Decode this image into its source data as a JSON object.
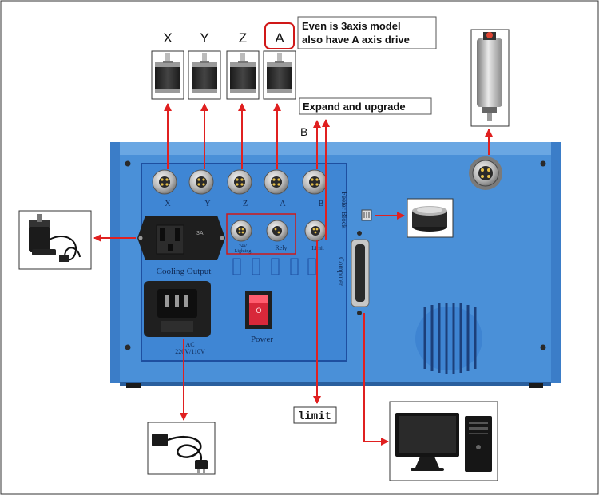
{
  "motor_labels": {
    "x": "X",
    "y": "Y",
    "z": "Z",
    "a": "A"
  },
  "notes": {
    "a_axis_line1": "Even is 3axis model",
    "a_axis_line2": "also have A axis drive",
    "expand": "Expand and upgrade",
    "b_label": "B",
    "limit": "limit"
  },
  "panel": {
    "port_x": "X",
    "port_y": "Y",
    "port_z": "Z",
    "port_a": "A",
    "port_b": "B",
    "lighting_line1": "24V",
    "lighting_line2": "Lighting",
    "rely": "Rely",
    "limit_port": "Limit",
    "feeler_block": "Feeler Block",
    "cooling_output": "Cooling Output",
    "socket_rating": "3A",
    "computer": "Computer",
    "ac_line1": "AC",
    "ac_line2": "220V/110V",
    "power": "Power",
    "switch_mark": "O"
  },
  "colors": {
    "panel_blue": "#4a90d8",
    "panel_dark_blue": "#2f6fbf",
    "arrow_red": "#e02020",
    "box_red": "#d01818"
  },
  "icons": {
    "water_pump": "water-pump-icon",
    "spindle_motor": "spindle-motor-icon",
    "touch_probe": "touch-probe-icon",
    "power_cable": "power-cable-icon",
    "computer": "computer-icon",
    "stepper_motor": "stepper-motor-icon"
  }
}
